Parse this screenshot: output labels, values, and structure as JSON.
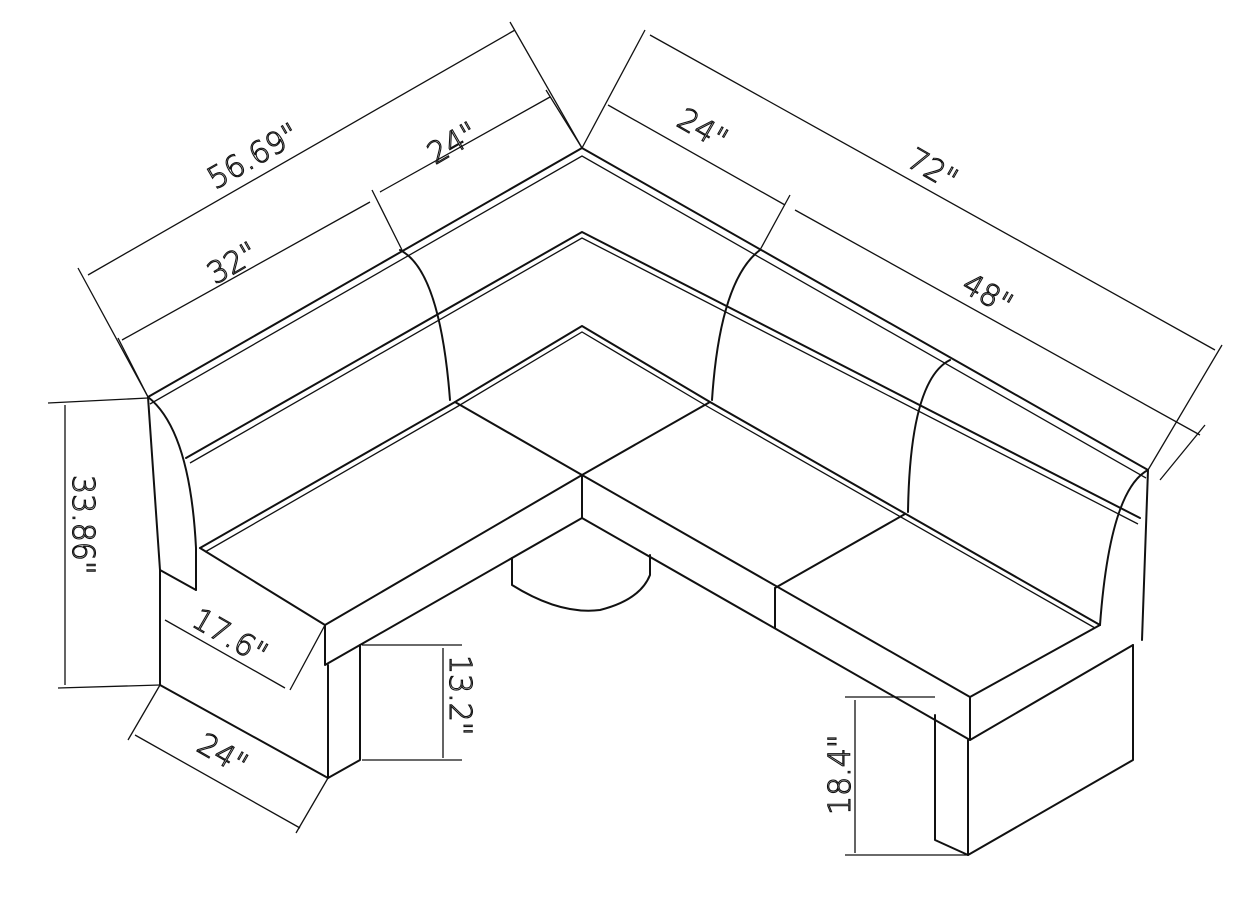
{
  "drawing": {
    "title": "L-shaped corner banquette dimensions",
    "dimensions": {
      "left_overall": "56.69\"",
      "left_corner": "24\"",
      "left_bench": "32\"",
      "right_corner": "24\"",
      "right_overall": "72\"",
      "right_bench": "48\"",
      "back_height": "33.86\"",
      "seat_depth": "17.6\"",
      "base_height": "13.2\"",
      "base_depth": "24\"",
      "seat_height": "18.4\""
    }
  }
}
